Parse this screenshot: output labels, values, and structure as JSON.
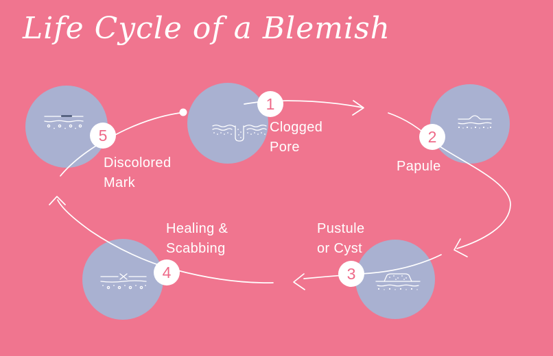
{
  "title": "Life Cycle of a Blemish",
  "colors": {
    "background": "#f0758f",
    "circle_fill": "#a9b1d1",
    "line_white": "#ffffff",
    "number_pink": "#ee6988",
    "mark_navy": "#3d4a68"
  },
  "stages": [
    {
      "number": "1",
      "label_lines": [
        "Clogged",
        "Pore"
      ],
      "icon": "clogged-pore-icon"
    },
    {
      "number": "2",
      "label_lines": [
        "Papule"
      ],
      "icon": "papule-icon"
    },
    {
      "number": "3",
      "label_lines": [
        "Pustule",
        "or Cyst"
      ],
      "icon": "pustule-or-cyst-icon"
    },
    {
      "number": "4",
      "label_lines": [
        "Healing &",
        "Scabbing"
      ],
      "icon": "healing-scabbing-icon"
    },
    {
      "number": "5",
      "label_lines": [
        "Discolored",
        "Mark"
      ],
      "icon": "discolored-mark-icon"
    }
  ]
}
